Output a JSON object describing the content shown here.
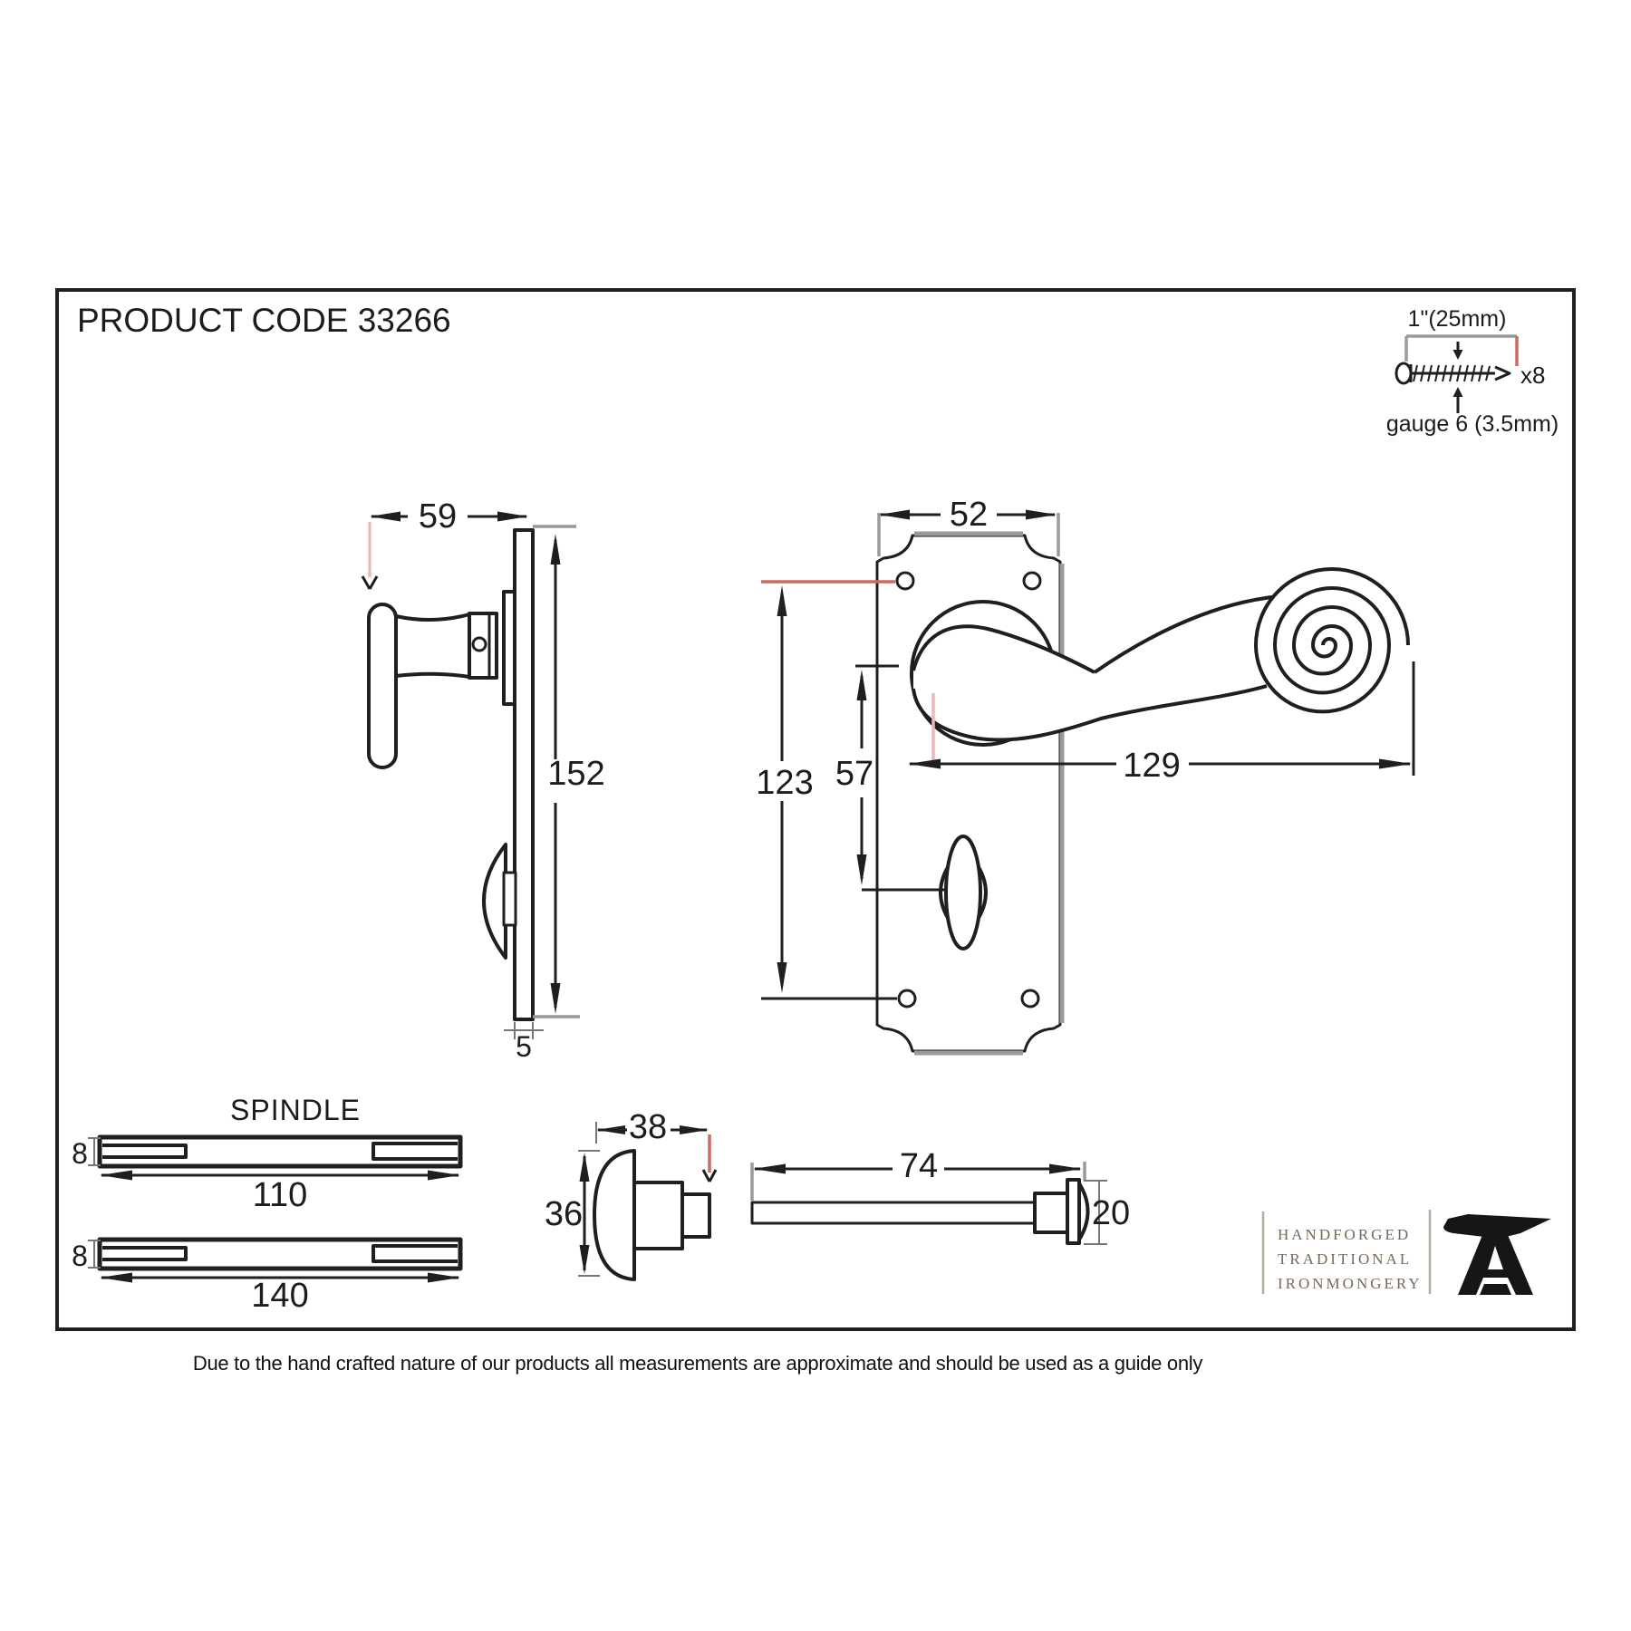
{
  "header": {
    "product_code": "PRODUCT CODE 33266"
  },
  "screw_detail": {
    "length": "1\"(25mm)",
    "quantity": "x8",
    "gauge": "gauge 6 (3.5mm)"
  },
  "side_view": {
    "projection": "59",
    "plate_height": "152",
    "plate_thickness": "5"
  },
  "front_view": {
    "plate_width": "52",
    "screw_hole_spacing": "123",
    "spindle_to_turn": "57",
    "lever_length": "129"
  },
  "spindle_section": {
    "title": "SPINDLE",
    "bar1": {
      "height": "8",
      "length": "110"
    },
    "bar2": {
      "height": "8",
      "length": "140"
    }
  },
  "turn_piece": {
    "width": "38",
    "height": "36"
  },
  "release_rod": {
    "length": "74",
    "cap_diameter": "20"
  },
  "logo": {
    "line1": "HANDFORGED",
    "line2": "TRADITIONAL",
    "line3": "IRONMONGERY"
  },
  "footer": {
    "disclaimer": "Due to the hand crafted nature of our products all measurements are approximate and should be used as a guide only"
  },
  "colors": {
    "line": "#1f1f1f",
    "extension_gray": "#9a9a9a",
    "guide_red": "#cf6a62",
    "guide_pink": "#ecb8b8",
    "logo_text": "#77695a",
    "background": "#ffffff"
  },
  "icons": {
    "screw": "screw-icon",
    "anvil": "anvil-icon"
  }
}
